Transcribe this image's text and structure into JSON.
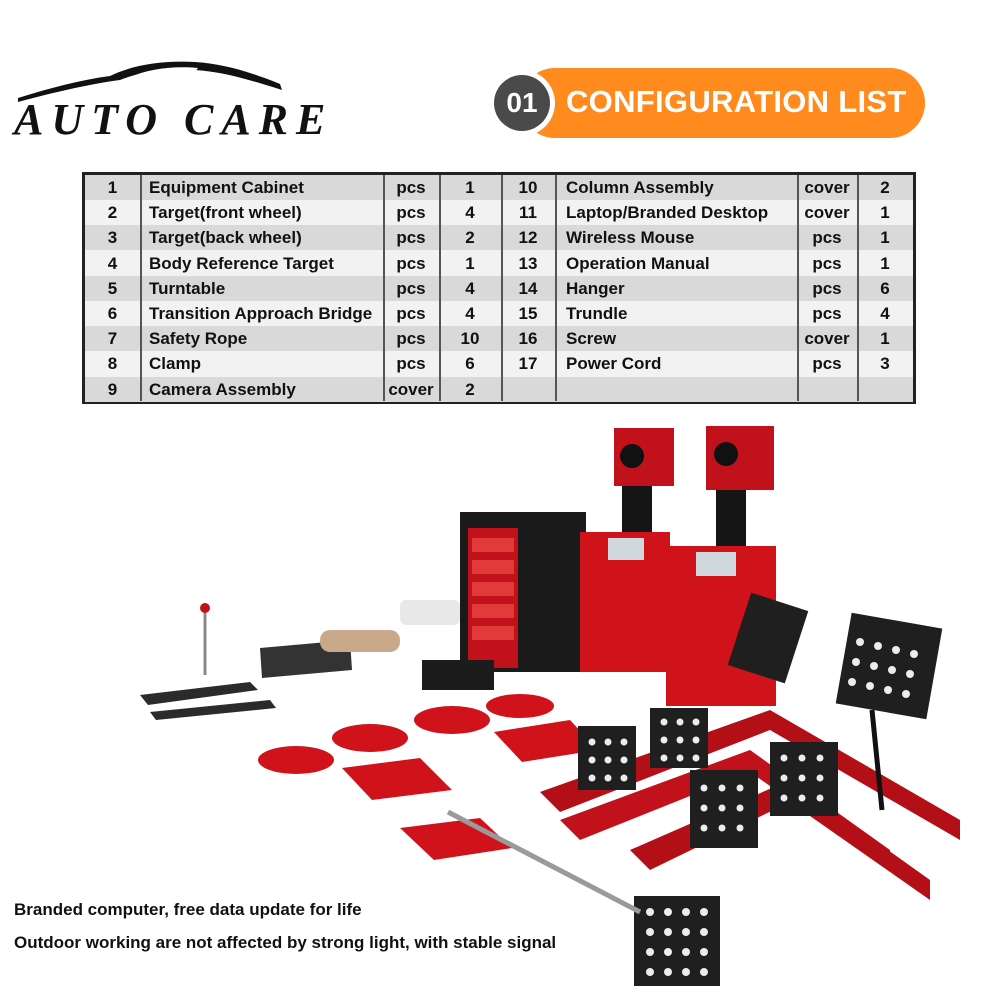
{
  "logo": {
    "text": "AUTO CARE"
  },
  "header": {
    "number": "01",
    "title": "CONFIGURATION LIST"
  },
  "table": {
    "left": [
      {
        "no": "1",
        "item": "Equipment Cabinet",
        "unit": "pcs",
        "qty": "1"
      },
      {
        "no": "2",
        "item": "Target(front wheel)",
        "unit": "pcs",
        "qty": "4"
      },
      {
        "no": "3",
        "item": "Target(back wheel)",
        "unit": "pcs",
        "qty": "2"
      },
      {
        "no": "4",
        "item": "Body Reference Target",
        "unit": "pcs",
        "qty": "1"
      },
      {
        "no": "5",
        "item": "Turntable",
        "unit": "pcs",
        "qty": "4"
      },
      {
        "no": "6",
        "item": "Transition Approach Bridge",
        "unit": "pcs",
        "qty": "4"
      },
      {
        "no": "7",
        "item": "Safety Rope",
        "unit": "pcs",
        "qty": "10"
      },
      {
        "no": "8",
        "item": "Clamp",
        "unit": "pcs",
        "qty": "6"
      },
      {
        "no": "9",
        "item": "Camera Assembly",
        "unit": "cover",
        "qty": "2"
      }
    ],
    "right": [
      {
        "no": "10",
        "item": "Column Assembly",
        "unit": "cover",
        "qty": "2"
      },
      {
        "no": "11",
        "item": "Laptop/Branded Desktop",
        "unit": "cover",
        "qty": "1"
      },
      {
        "no": "12",
        "item": "Wireless Mouse",
        "unit": "pcs",
        "qty": "1"
      },
      {
        "no": "13",
        "item": "Operation Manual",
        "unit": "pcs",
        "qty": "1"
      },
      {
        "no": "14",
        "item": "Hanger",
        "unit": "pcs",
        "qty": "6"
      },
      {
        "no": "15",
        "item": "Trundle",
        "unit": "pcs",
        "qty": "4"
      },
      {
        "no": "16",
        "item": "Screw",
        "unit": "cover",
        "qty": "1"
      },
      {
        "no": "17",
        "item": "Power Cord",
        "unit": "pcs",
        "qty": "3"
      }
    ]
  },
  "captions": {
    "line1": "Branded computer, free data update for life",
    "line2": "Outdoor working are not affected by strong light, with stable signal"
  },
  "colors": {
    "accent": "#ff8a1e",
    "badge": "#4a4a4a",
    "equipment_red": "#d0121b"
  }
}
